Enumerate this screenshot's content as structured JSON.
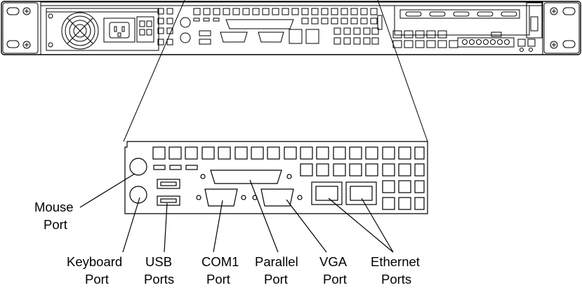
{
  "labels": {
    "mouse_port": [
      "Mouse",
      "Port"
    ],
    "keyboard_port": [
      "Keyboard",
      "Port"
    ],
    "usb_ports": [
      "USB",
      "Ports"
    ],
    "com1_port": [
      "COM1",
      "Port"
    ],
    "parallel_port": [
      "Parallel",
      "Port"
    ],
    "vga_port": [
      "VGA",
      "Port"
    ],
    "ethernet_ports": [
      "Ethernet",
      "Ports"
    ]
  },
  "colors": {
    "line": "#000000",
    "background": "#ffffff",
    "chassis_fill": "#ffffff"
  },
  "icons": [
    "power-inlet-icon",
    "fan-icon",
    "screw-icon"
  ]
}
